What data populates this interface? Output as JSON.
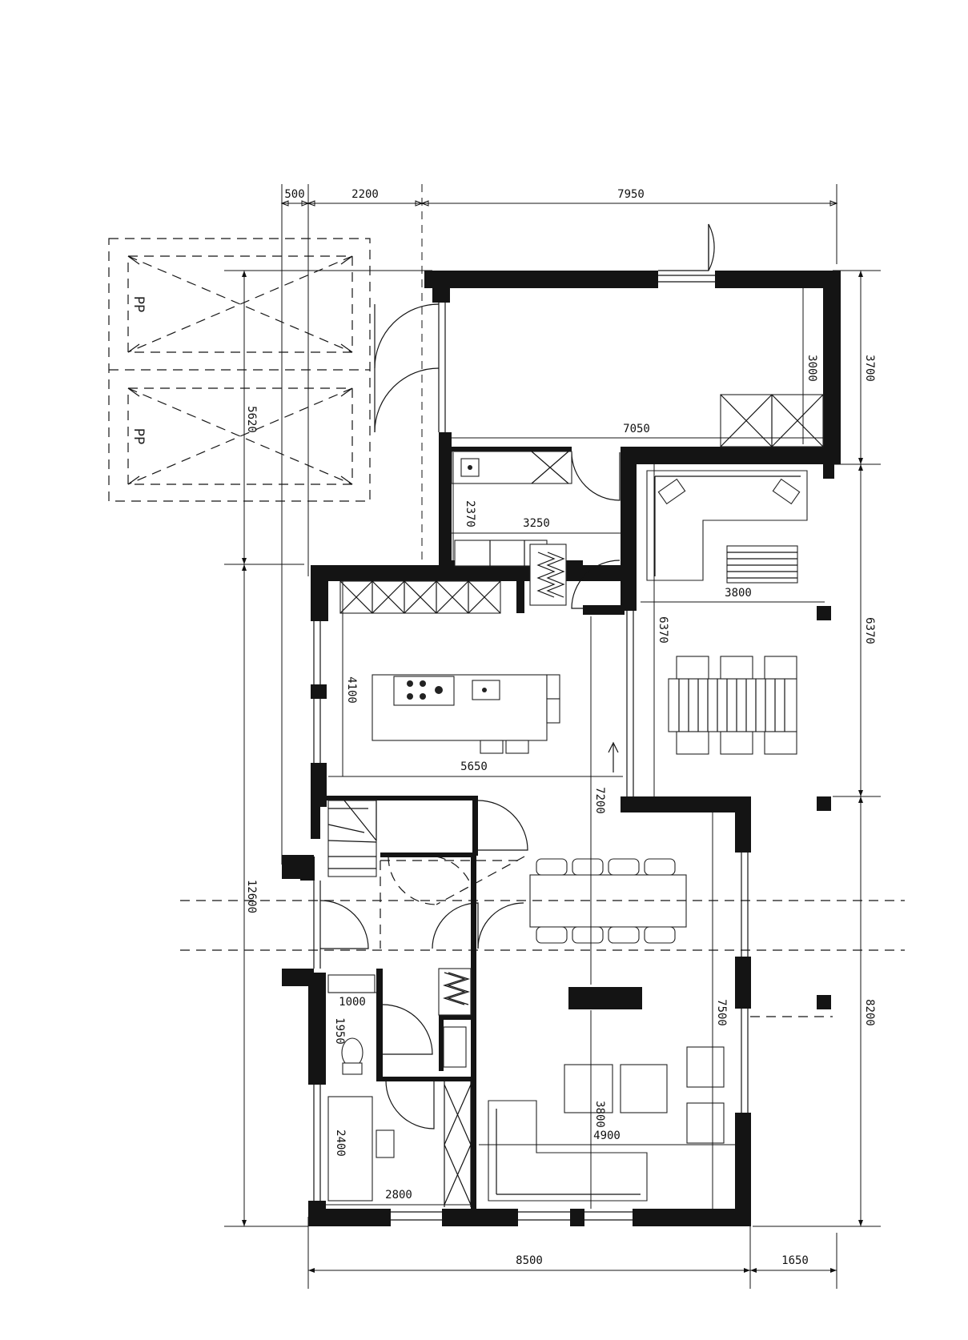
{
  "dimensions": {
    "top": [
      "500",
      "2200",
      "7950"
    ],
    "bottom": [
      "8500",
      "1650"
    ],
    "right": [
      "3700",
      "6370",
      "8200"
    ],
    "left": [
      "5620",
      "12600"
    ],
    "interior": {
      "garage_height": "3000",
      "garage_width": "7050",
      "utility_height": "2370",
      "utility_width": "3250",
      "lounge_width": "3800",
      "terrace_depth": "6370",
      "kitchen_depth": "4100",
      "kitchen_width": "5650",
      "dining_depth": "7200",
      "living_depth": "7500",
      "toilet_width": "1000",
      "toilet_depth": "1950",
      "living_height": "3800",
      "living_width": "4900",
      "office_depth": "2400",
      "office_width": "2800"
    }
  },
  "parking": {
    "labels": [
      "PP",
      "PP"
    ]
  }
}
